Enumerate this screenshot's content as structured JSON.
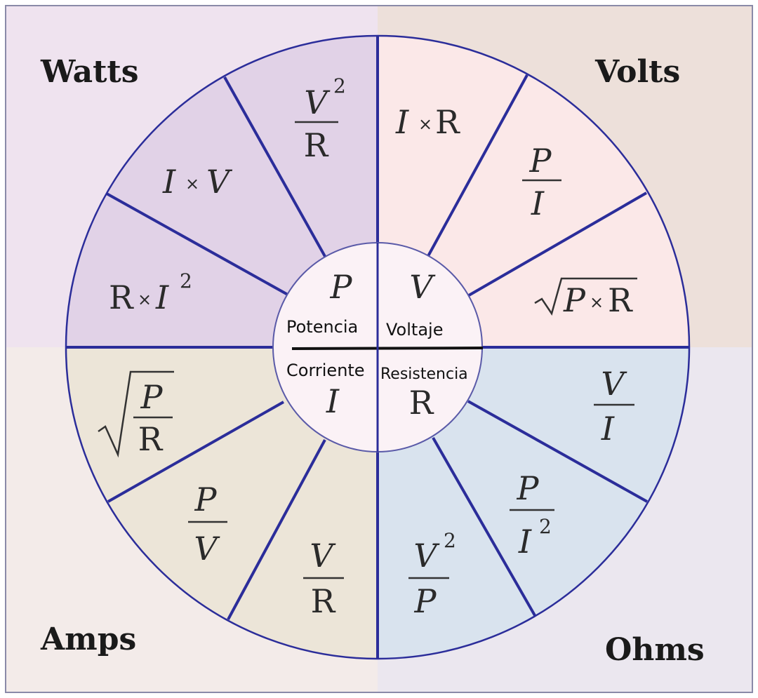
{
  "quadrants": {
    "watts": {
      "title": "Watts",
      "formula_1": {
        "num": "V",
        "den": "R",
        "exp": "2"
      },
      "formula_2": {
        "left": "I",
        "op": "×",
        "right": "V"
      },
      "formula_3": {
        "left": "R",
        "op": "×",
        "right": "I",
        "exp": "2"
      }
    },
    "volts": {
      "title": "Volts",
      "formula_1": {
        "left": "I",
        "op": "×",
        "right": "R"
      },
      "formula_2": {
        "num": "P",
        "den": "I"
      },
      "formula_3": {
        "left": "P",
        "op": "×",
        "right": "R"
      }
    },
    "amps": {
      "title": "Amps",
      "formula_1": {
        "num": "P",
        "den": "R"
      },
      "formula_2": {
        "num": "P",
        "den": "V"
      },
      "formula_3": {
        "num": "V",
        "den": "R"
      }
    },
    "ohms": {
      "title": "Ohms",
      "formula_1": {
        "num": "V",
        "den": "I"
      },
      "formula_2": {
        "num": "P",
        "den": "I",
        "exp": "2"
      },
      "formula_3": {
        "num": "V",
        "den": "P",
        "exp": "2"
      }
    }
  },
  "center": {
    "power": {
      "symbol": "P",
      "label": "Potencia"
    },
    "voltage": {
      "symbol": "V",
      "label": "Voltaje"
    },
    "current": {
      "symbol": "I",
      "label": "Corriente"
    },
    "resistance": {
      "symbol": "R",
      "label": "Resistencia"
    }
  },
  "colors": {
    "watts_bg": "#efe3ef",
    "watts_ring": "#e1d2e7",
    "volts_bg": "#ede0da",
    "volts_ring": "#fbe8e8",
    "amps_bg": "#f3ebe9",
    "amps_ring": "#ece5d8",
    "ohms_bg": "#ebe7ef",
    "ohms_ring": "#d9e3ee",
    "divider": "#2b2d9a",
    "center_fill": "#fbf2f6"
  }
}
